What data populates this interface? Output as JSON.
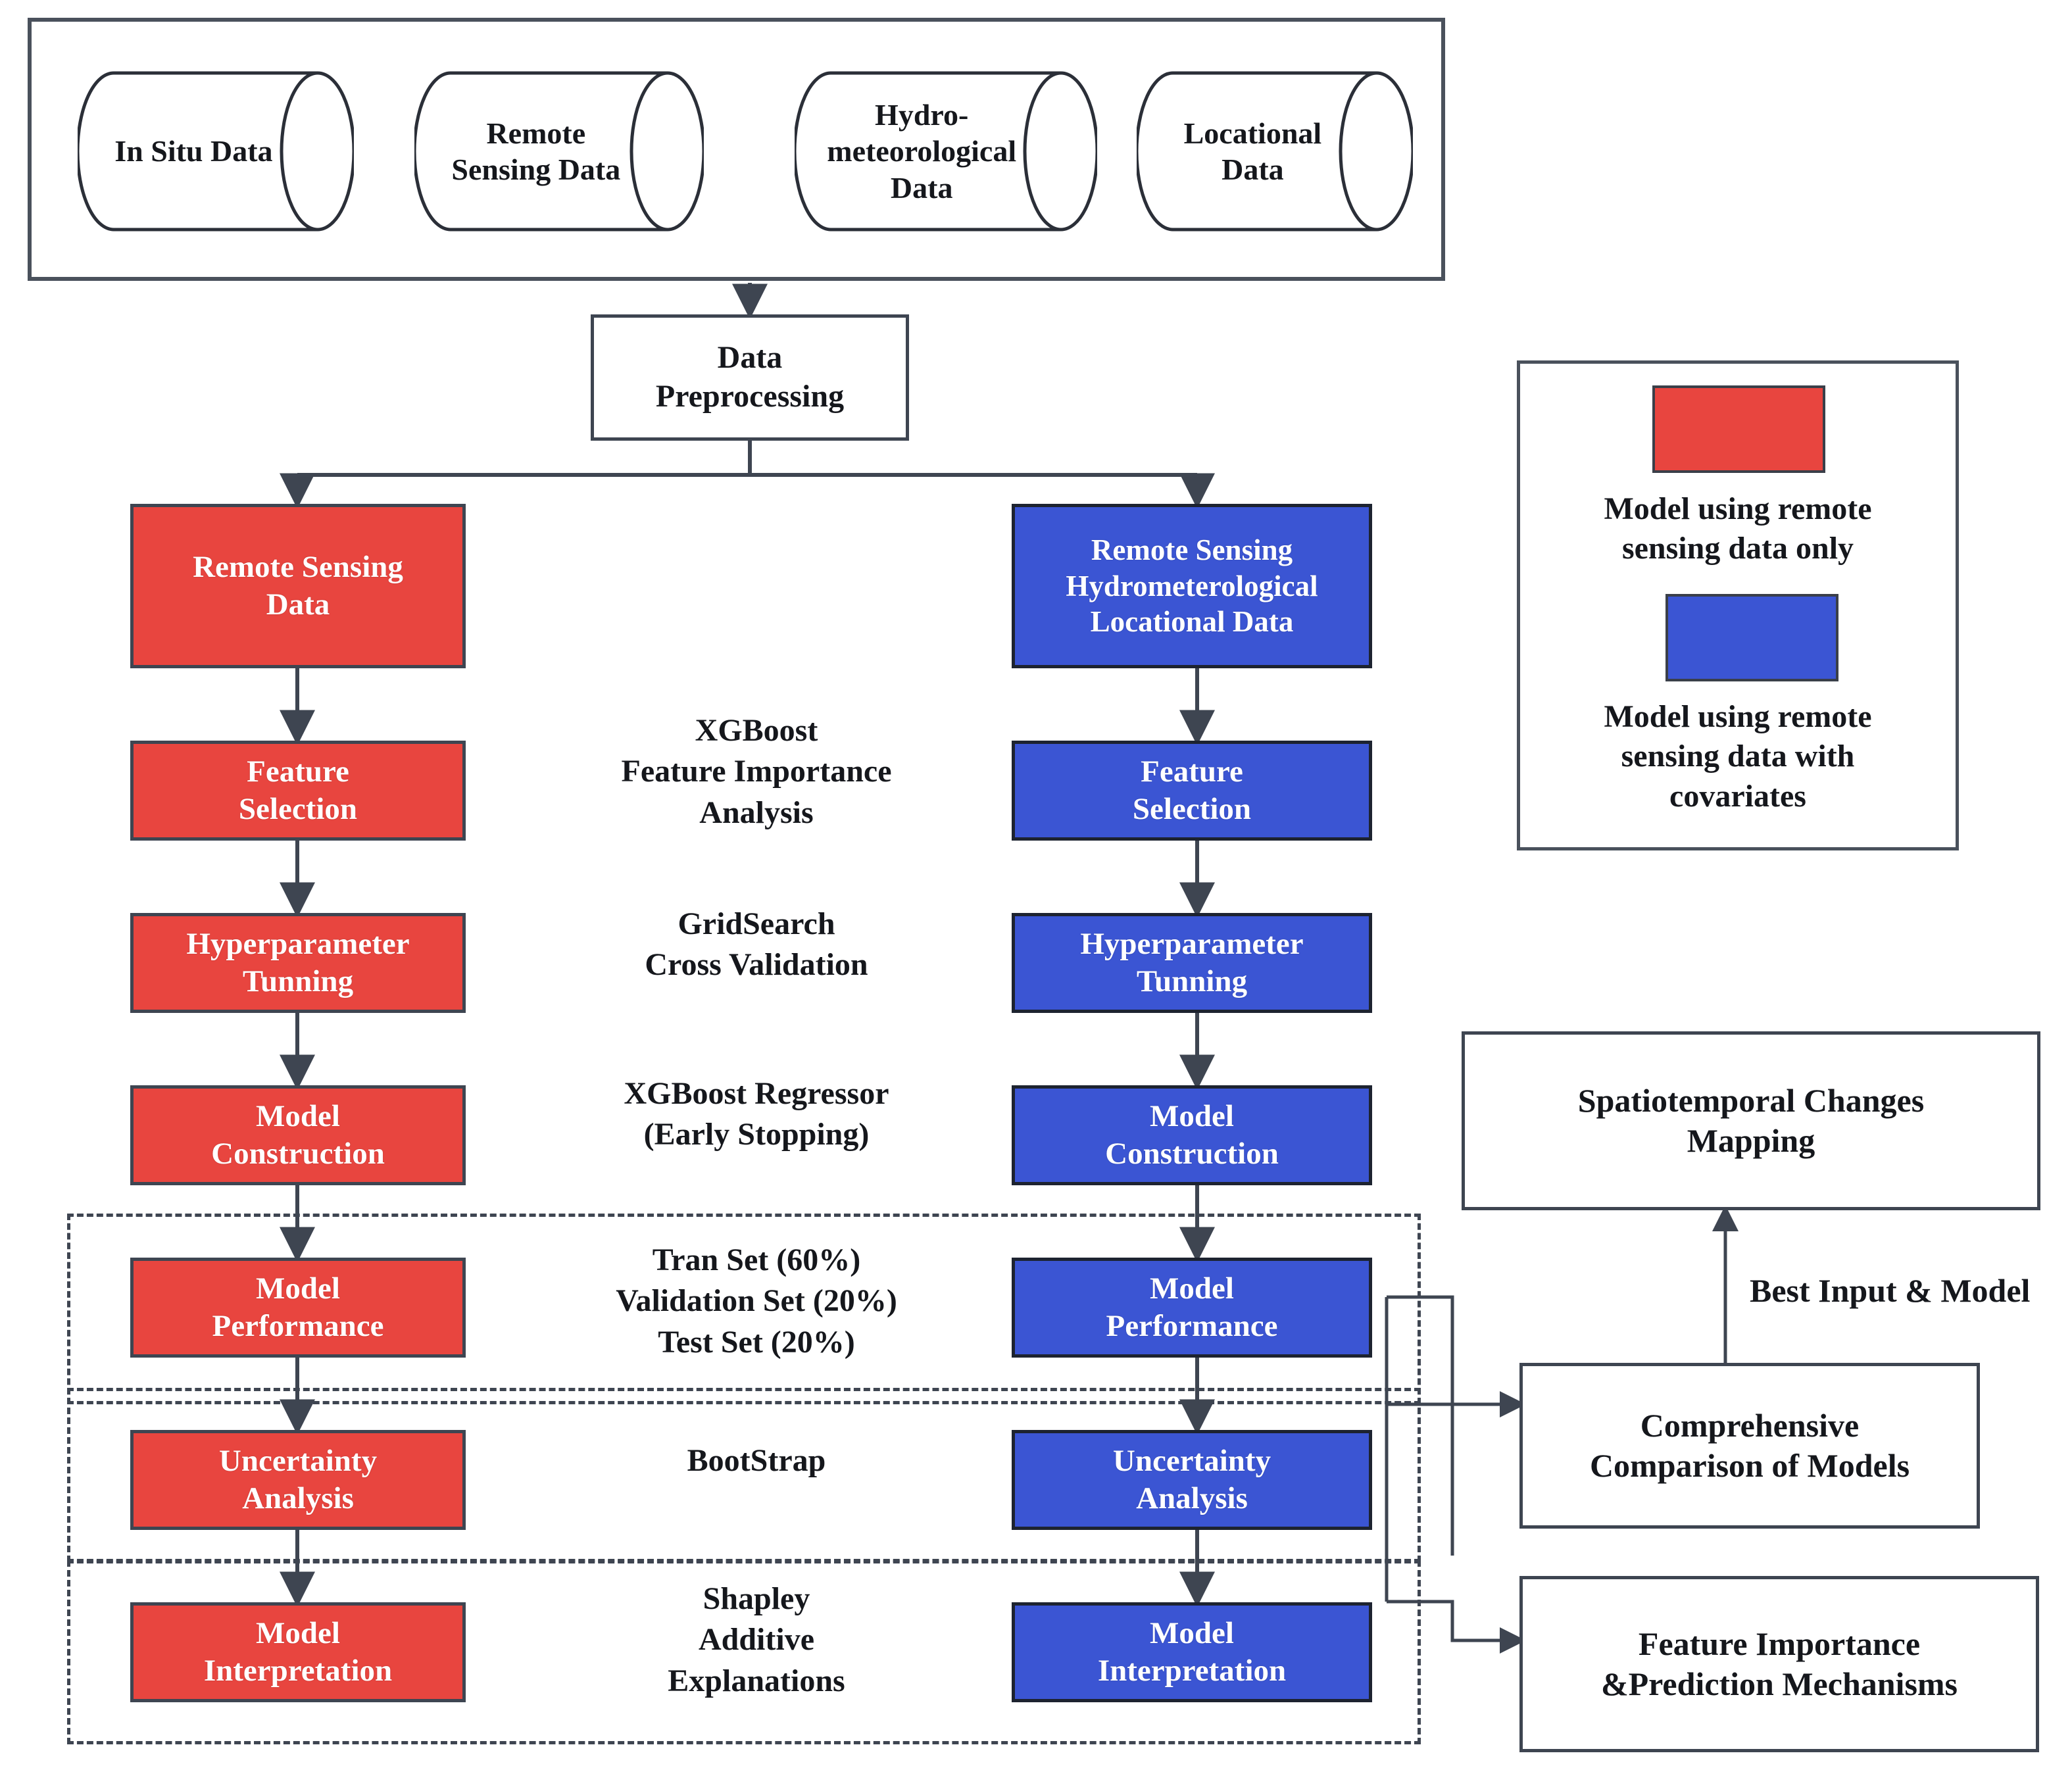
{
  "diagram": {
    "title": "XGBoost modelling workflow flowchart",
    "colors": {
      "model_remote_only": "#E8453F",
      "model_with_covariates": "#3B55D3",
      "stroke": "#3e4551"
    }
  },
  "data_sources": {
    "items": [
      {
        "label": "In Situ Data"
      },
      {
        "label": "Remote\nSensing Data"
      },
      {
        "label": "Hydro-\nmeteorological\nData"
      },
      {
        "label": "Locational\nData"
      }
    ]
  },
  "preprocessing": {
    "label": "Data\nPreprocessing"
  },
  "red_pipeline": {
    "steps": [
      {
        "label": "Remote Sensing\nData"
      },
      {
        "label": "Feature\nSelection"
      },
      {
        "label": "Hyperparameter\nTunning"
      },
      {
        "label": "Model\nConstruction"
      },
      {
        "label": "Model\nPerformance"
      },
      {
        "label": "Uncertainty\nAnalysis"
      },
      {
        "label": "Model\nInterpretation"
      }
    ]
  },
  "blue_pipeline": {
    "steps": [
      {
        "label": "Remote Sensing\nHydrometerological\nLocational Data"
      },
      {
        "label": "Feature\nSelection"
      },
      {
        "label": "Hyperparameter\nTunning"
      },
      {
        "label": "Model\nConstruction"
      },
      {
        "label": "Model\nPerformance"
      },
      {
        "label": "Uncertainty\nAnalysis"
      },
      {
        "label": "Model\nInterpretation"
      }
    ]
  },
  "methods": {
    "items": [
      {
        "label": "XGBoost\nFeature Importance\nAnalysis"
      },
      {
        "label": "GridSearch\nCross Validation"
      },
      {
        "label": "XGBoost Regressor\n(Early Stopping)"
      },
      {
        "label": "Tran Set  (60%)\nValidation Set (20%)\nTest Set (20%)"
      },
      {
        "label": "BootStrap"
      },
      {
        "label": "Shapley\nAdditive\nExplanations"
      }
    ]
  },
  "outputs": {
    "mapping": {
      "label": "Spatiotemporal Changes\nMapping"
    },
    "comparison": {
      "label": "Comprehensive\nComparison of Models"
    },
    "importance": {
      "label": "Feature Importance\n&Prediction Mechanisms"
    },
    "edge_label": {
      "label": "Best Input & Model"
    }
  },
  "legend": {
    "entries": [
      {
        "swatch": "red",
        "label": "Model using remote\nsensing data only"
      },
      {
        "swatch": "blue",
        "label": "Model using remote\nsensing data with\ncovariates"
      }
    ]
  }
}
